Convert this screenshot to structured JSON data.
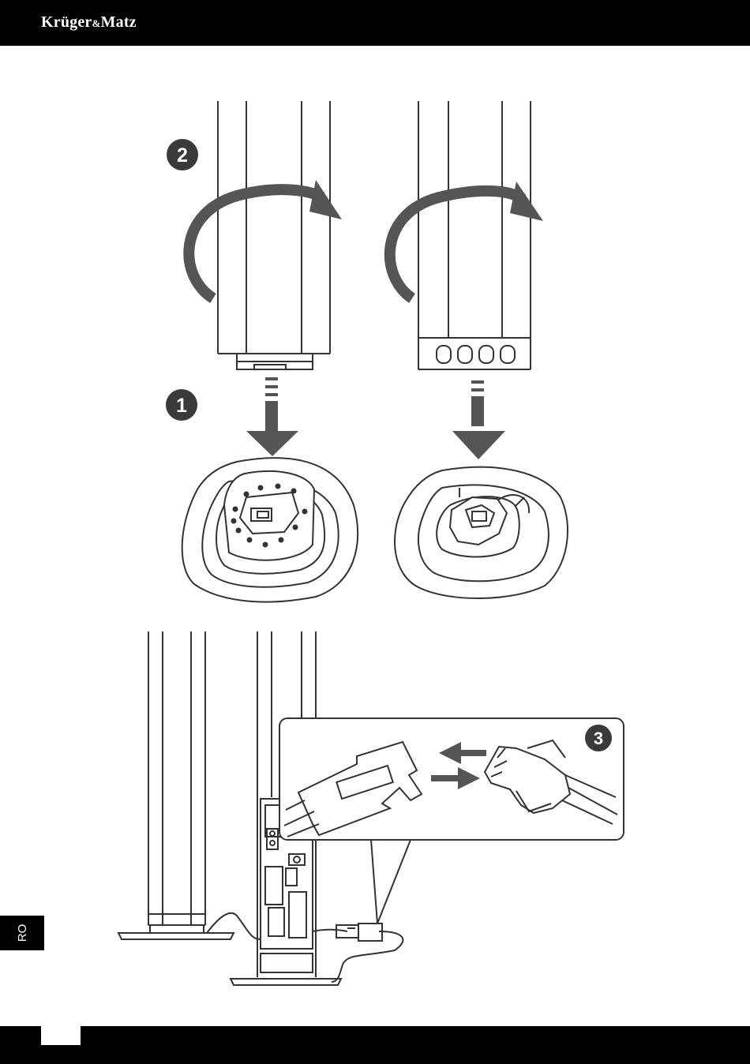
{
  "header": {
    "brand_main": "Krüger",
    "brand_amp": "&",
    "brand_tail": "Matz"
  },
  "steps": {
    "step1": "1",
    "step2": "2",
    "step3": "3"
  },
  "sidebar": {
    "language": "RO"
  },
  "footer": {
    "page_number": ""
  },
  "colors": {
    "bar": "#000000",
    "arrow_gray": "#555555",
    "line": "#333333"
  }
}
